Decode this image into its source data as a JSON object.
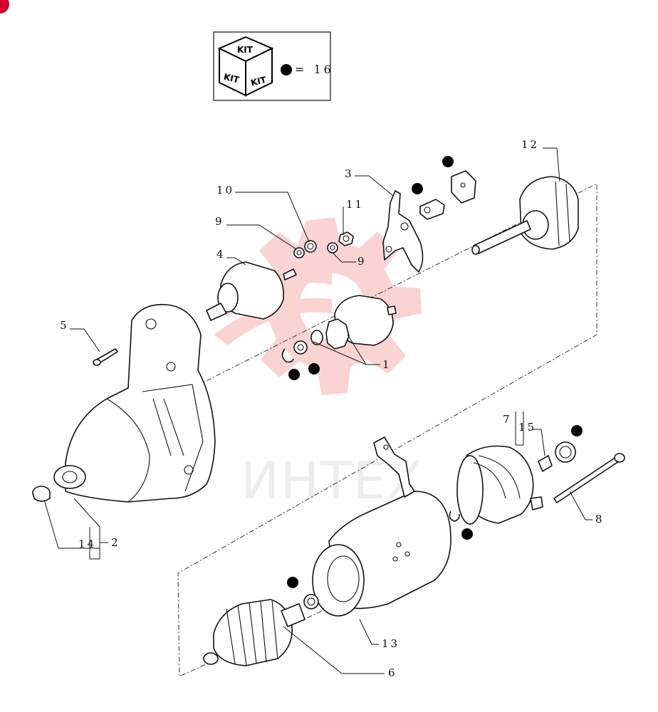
{
  "kit_box": {
    "face_labels": [
      "KIT",
      "KIT",
      "KIT"
    ],
    "equation": "= 16",
    "marker_icon": "filled-dot-icon"
  },
  "callouts": [
    {
      "id": "c1",
      "label": "1"
    },
    {
      "id": "c2",
      "label": "2"
    },
    {
      "id": "c3",
      "label": "3"
    },
    {
      "id": "c4",
      "label": "4"
    },
    {
      "id": "c5",
      "label": "5"
    },
    {
      "id": "c6",
      "label": "6"
    },
    {
      "id": "c7",
      "label": "7"
    },
    {
      "id": "c8",
      "label": "8"
    },
    {
      "id": "c9a",
      "label": "9"
    },
    {
      "id": "c9b",
      "label": "9"
    },
    {
      "id": "c10",
      "label": "10"
    },
    {
      "id": "c11",
      "label": "11"
    },
    {
      "id": "c12",
      "label": "12"
    },
    {
      "id": "c13",
      "label": "13"
    },
    {
      "id": "c14",
      "label": "14"
    },
    {
      "id": "c15",
      "label": "15"
    }
  ],
  "watermark": {
    "text": "ИНТЕХ",
    "color": "#f4a0a0"
  },
  "colors": {
    "line": "#111111",
    "corner_logo": "#d0002a"
  }
}
